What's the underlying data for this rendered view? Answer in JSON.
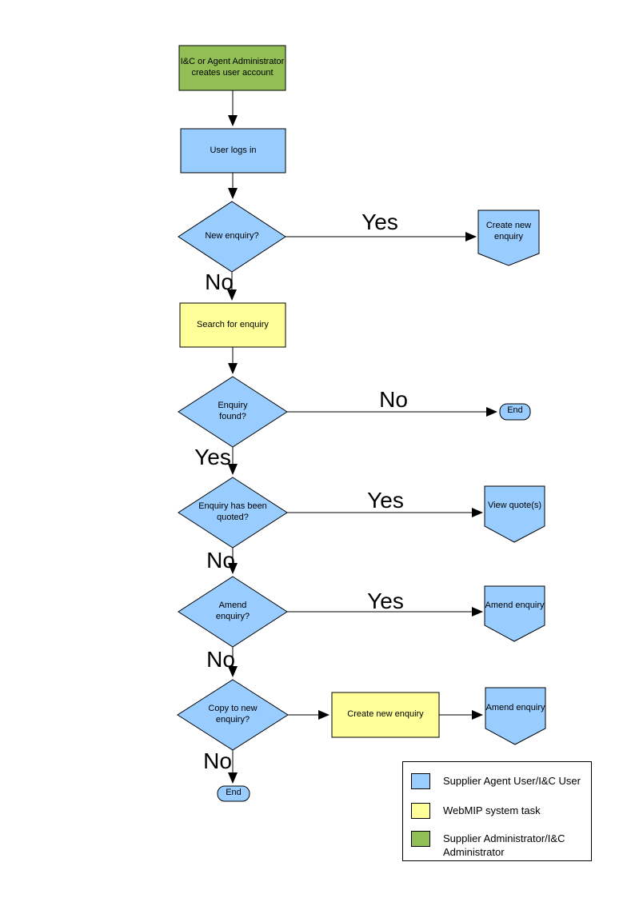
{
  "colors": {
    "user_fill": "#99CCFF",
    "system_fill": "#FFFF99",
    "admin_fill": "#92BE56",
    "outline": "#000000"
  },
  "flowchart": {
    "nodes": {
      "admin_creates_account": "I&C or Agent Administrator creates user account",
      "user_logs_in": "User logs in",
      "new_enquiry_q": "New enquiry?",
      "create_new_enquiry": "Create new enquiry",
      "search_for_enquiry": "Search for enquiry",
      "enquiry_found_q": "Enquiry found?",
      "end_1": "End",
      "enquiry_quoted_q": "Enquiry has been quoted?",
      "view_quotes": "View quote(s)",
      "amend_enquiry_q": "Amend enquiry?",
      "amend_enquiry_1": "Amend enquiry",
      "copy_to_new_enquiry_q": "Copy to new enquiry?",
      "create_new_enquiry_2": "Create new enquiry",
      "amend_enquiry_2": "Amend enquiry",
      "end_2": "End"
    },
    "edge_labels": {
      "new_enquiry_yes": "Yes",
      "new_enquiry_no": "No",
      "enquiry_found_no": "No",
      "enquiry_found_yes": "Yes",
      "quoted_yes": "Yes",
      "quoted_no": "No",
      "amend_yes": "Yes",
      "amend_no": "No",
      "copy_no": "No"
    }
  },
  "legend": {
    "items": [
      {
        "label": "Supplier Agent User/I&C User",
        "color": "#99CCFF"
      },
      {
        "label": "WebMIP system task",
        "color": "#FFFF99"
      },
      {
        "label": "Supplier Administrator/I&C Administrator",
        "color": "#92BE56"
      }
    ]
  }
}
